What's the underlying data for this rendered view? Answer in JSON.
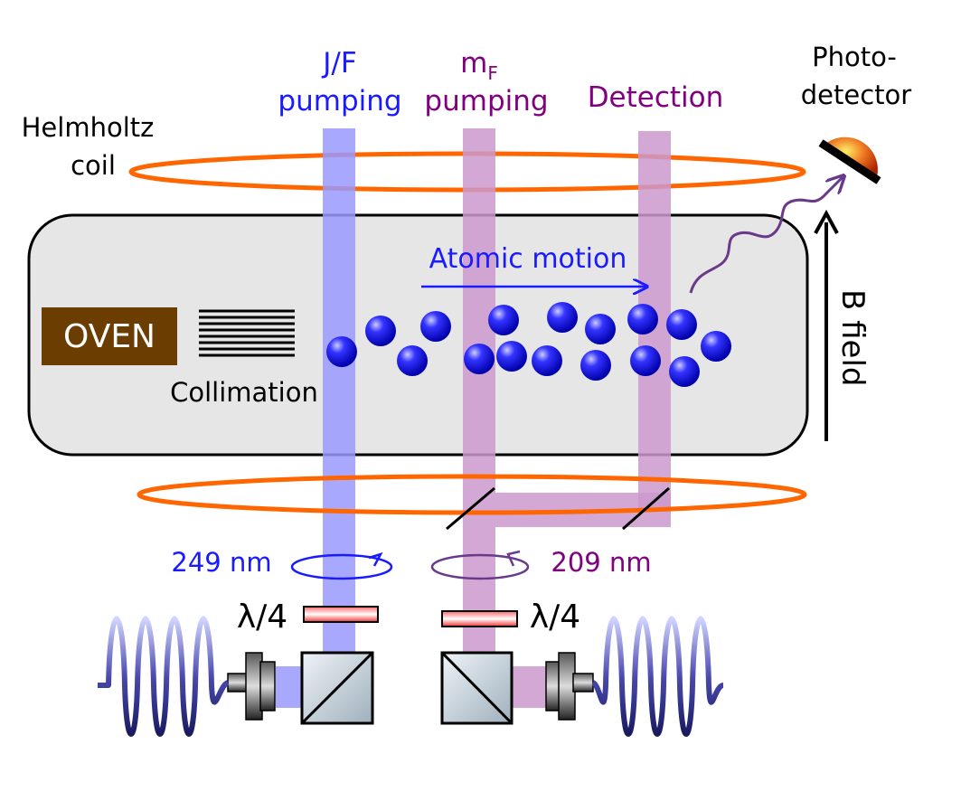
{
  "labels": {
    "jf_line1": "J/F",
    "jf_line2": "pumping",
    "mf_symbol": "m",
    "mf_subscript": "F",
    "mf_line2": "pumping",
    "detection": "Detection",
    "photodetector_line1": "Photo-",
    "photodetector_line2": "detector",
    "helmholtz_line1": "Helmholtz",
    "helmholtz_line2": "coil",
    "atomic_motion": "Atomic motion",
    "oven": "OVEN",
    "collimation": "Collimation",
    "b_field": "B field",
    "wavelength_249": "249 nm",
    "wavelength_209": "209 nm",
    "waveplate_left": "λ/4",
    "waveplate_right": "λ/4"
  },
  "colors": {
    "blue_beam": "#9999ff",
    "purple_beam": "#cc99cc",
    "blue_text": "#1a1aff",
    "purple_text": "#800080",
    "coil": "#ff6600",
    "chamber_fill": "#e6e6e6",
    "oven_fill": "#6b3d00",
    "atom": "#0000dd"
  },
  "icons": {
    "photodetector": "photodetector-icon",
    "fiber": "optical-fiber-icon",
    "beam_splitter": "polarizing-beam-splitter-icon",
    "waveplate": "quarter-wave-plate-icon",
    "atom": "atom-icon"
  }
}
